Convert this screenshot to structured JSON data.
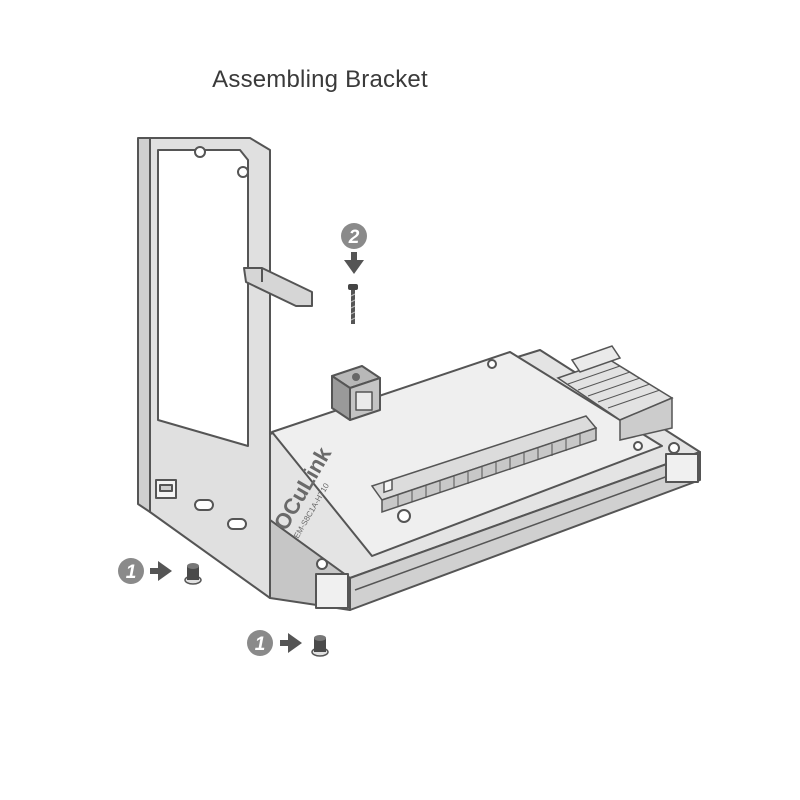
{
  "title": "Assembling Bracket",
  "brand": {
    "logo": "OCuLink",
    "model": "EM-S8C1A-HT10"
  },
  "steps": [
    {
      "number": "1"
    },
    {
      "number": "1"
    },
    {
      "number": "2"
    }
  ],
  "colors": {
    "outline": "#555555",
    "metal": "#d8d8d8",
    "board": "#ececec",
    "badge": "#8a8a8a",
    "arrow": "#555555"
  },
  "icons": [
    "step-badge-icon",
    "arrow-right-icon",
    "arrow-down-icon",
    "screw-icon"
  ]
}
